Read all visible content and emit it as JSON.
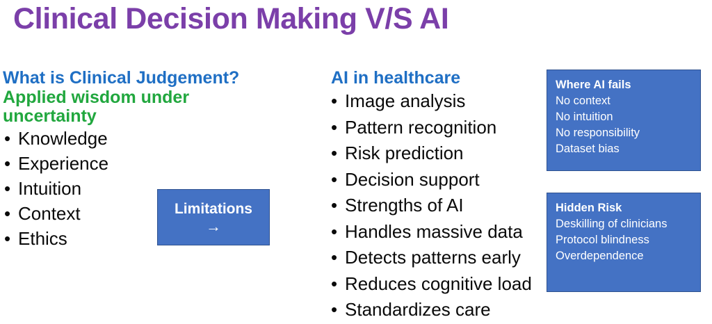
{
  "slide": {
    "title": "Clinical Decision Making V/S AI",
    "title_color": "#7B3FA9",
    "background": "#ffffff"
  },
  "left_column": {
    "heading": "What is Clinical Judgement?",
    "heading_color": "#1F6FC4",
    "subheading": "Applied wisdom under uncertainty",
    "subheading_color": "#21A73E",
    "bullets": [
      "Knowledge",
      "Experience",
      "Intuition",
      "Context",
      "Ethics"
    ]
  },
  "limitations_box": {
    "label": "Limitations",
    "arrow": "→",
    "fill_color": "#4472C4",
    "text_color": "#ffffff"
  },
  "middle_column": {
    "heading": "AI in healthcare",
    "heading_color": "#1F6FC4",
    "bullets": [
      "Image analysis",
      "Pattern recognition",
      "Risk prediction",
      "Decision support",
      "Strengths of AI",
      "Handles massive data",
      "Detects patterns early",
      "Reduces cognitive load",
      "Standardizes care"
    ]
  },
  "right_boxes": [
    {
      "title": "Where AI fails",
      "lines": [
        "No context",
        "No intuition",
        "No responsibility",
        "Dataset bias"
      ],
      "fill_color": "#4472C4",
      "text_color": "#ffffff"
    },
    {
      "title": "Hidden Risk",
      "lines": [
        "Deskilling of clinicians",
        "Protocol blindness",
        "Overdependence"
      ],
      "fill_color": "#4472C4",
      "text_color": "#ffffff"
    }
  ]
}
